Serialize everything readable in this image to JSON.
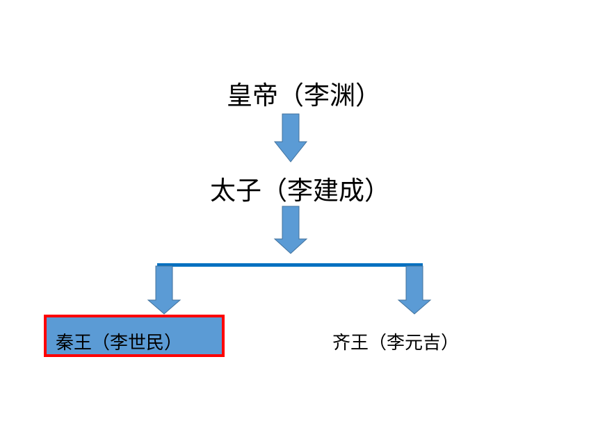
{
  "diagram": {
    "emperor": "皇帝（李渊）",
    "crown_prince": "太子（李建成）",
    "prince_qin": "秦王（李世民）",
    "prince_qi": "齐王（李元吉）"
  },
  "colors": {
    "arrow_fill": "#5b9bd5",
    "arrow_stroke": "#41719c",
    "connector_line": "#0070c0",
    "highlight_fill": "#5b9bd5",
    "highlight_border": "#ff0000"
  }
}
